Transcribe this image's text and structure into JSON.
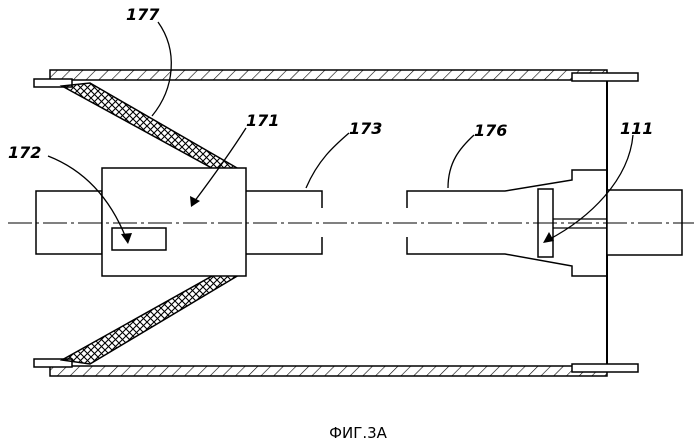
{
  "figure": {
    "labels": {
      "l177": "177",
      "l171": "171",
      "l173": "173",
      "l176": "176",
      "l111": "111",
      "l172": "172"
    },
    "caption": "ФИГ.3А"
  }
}
